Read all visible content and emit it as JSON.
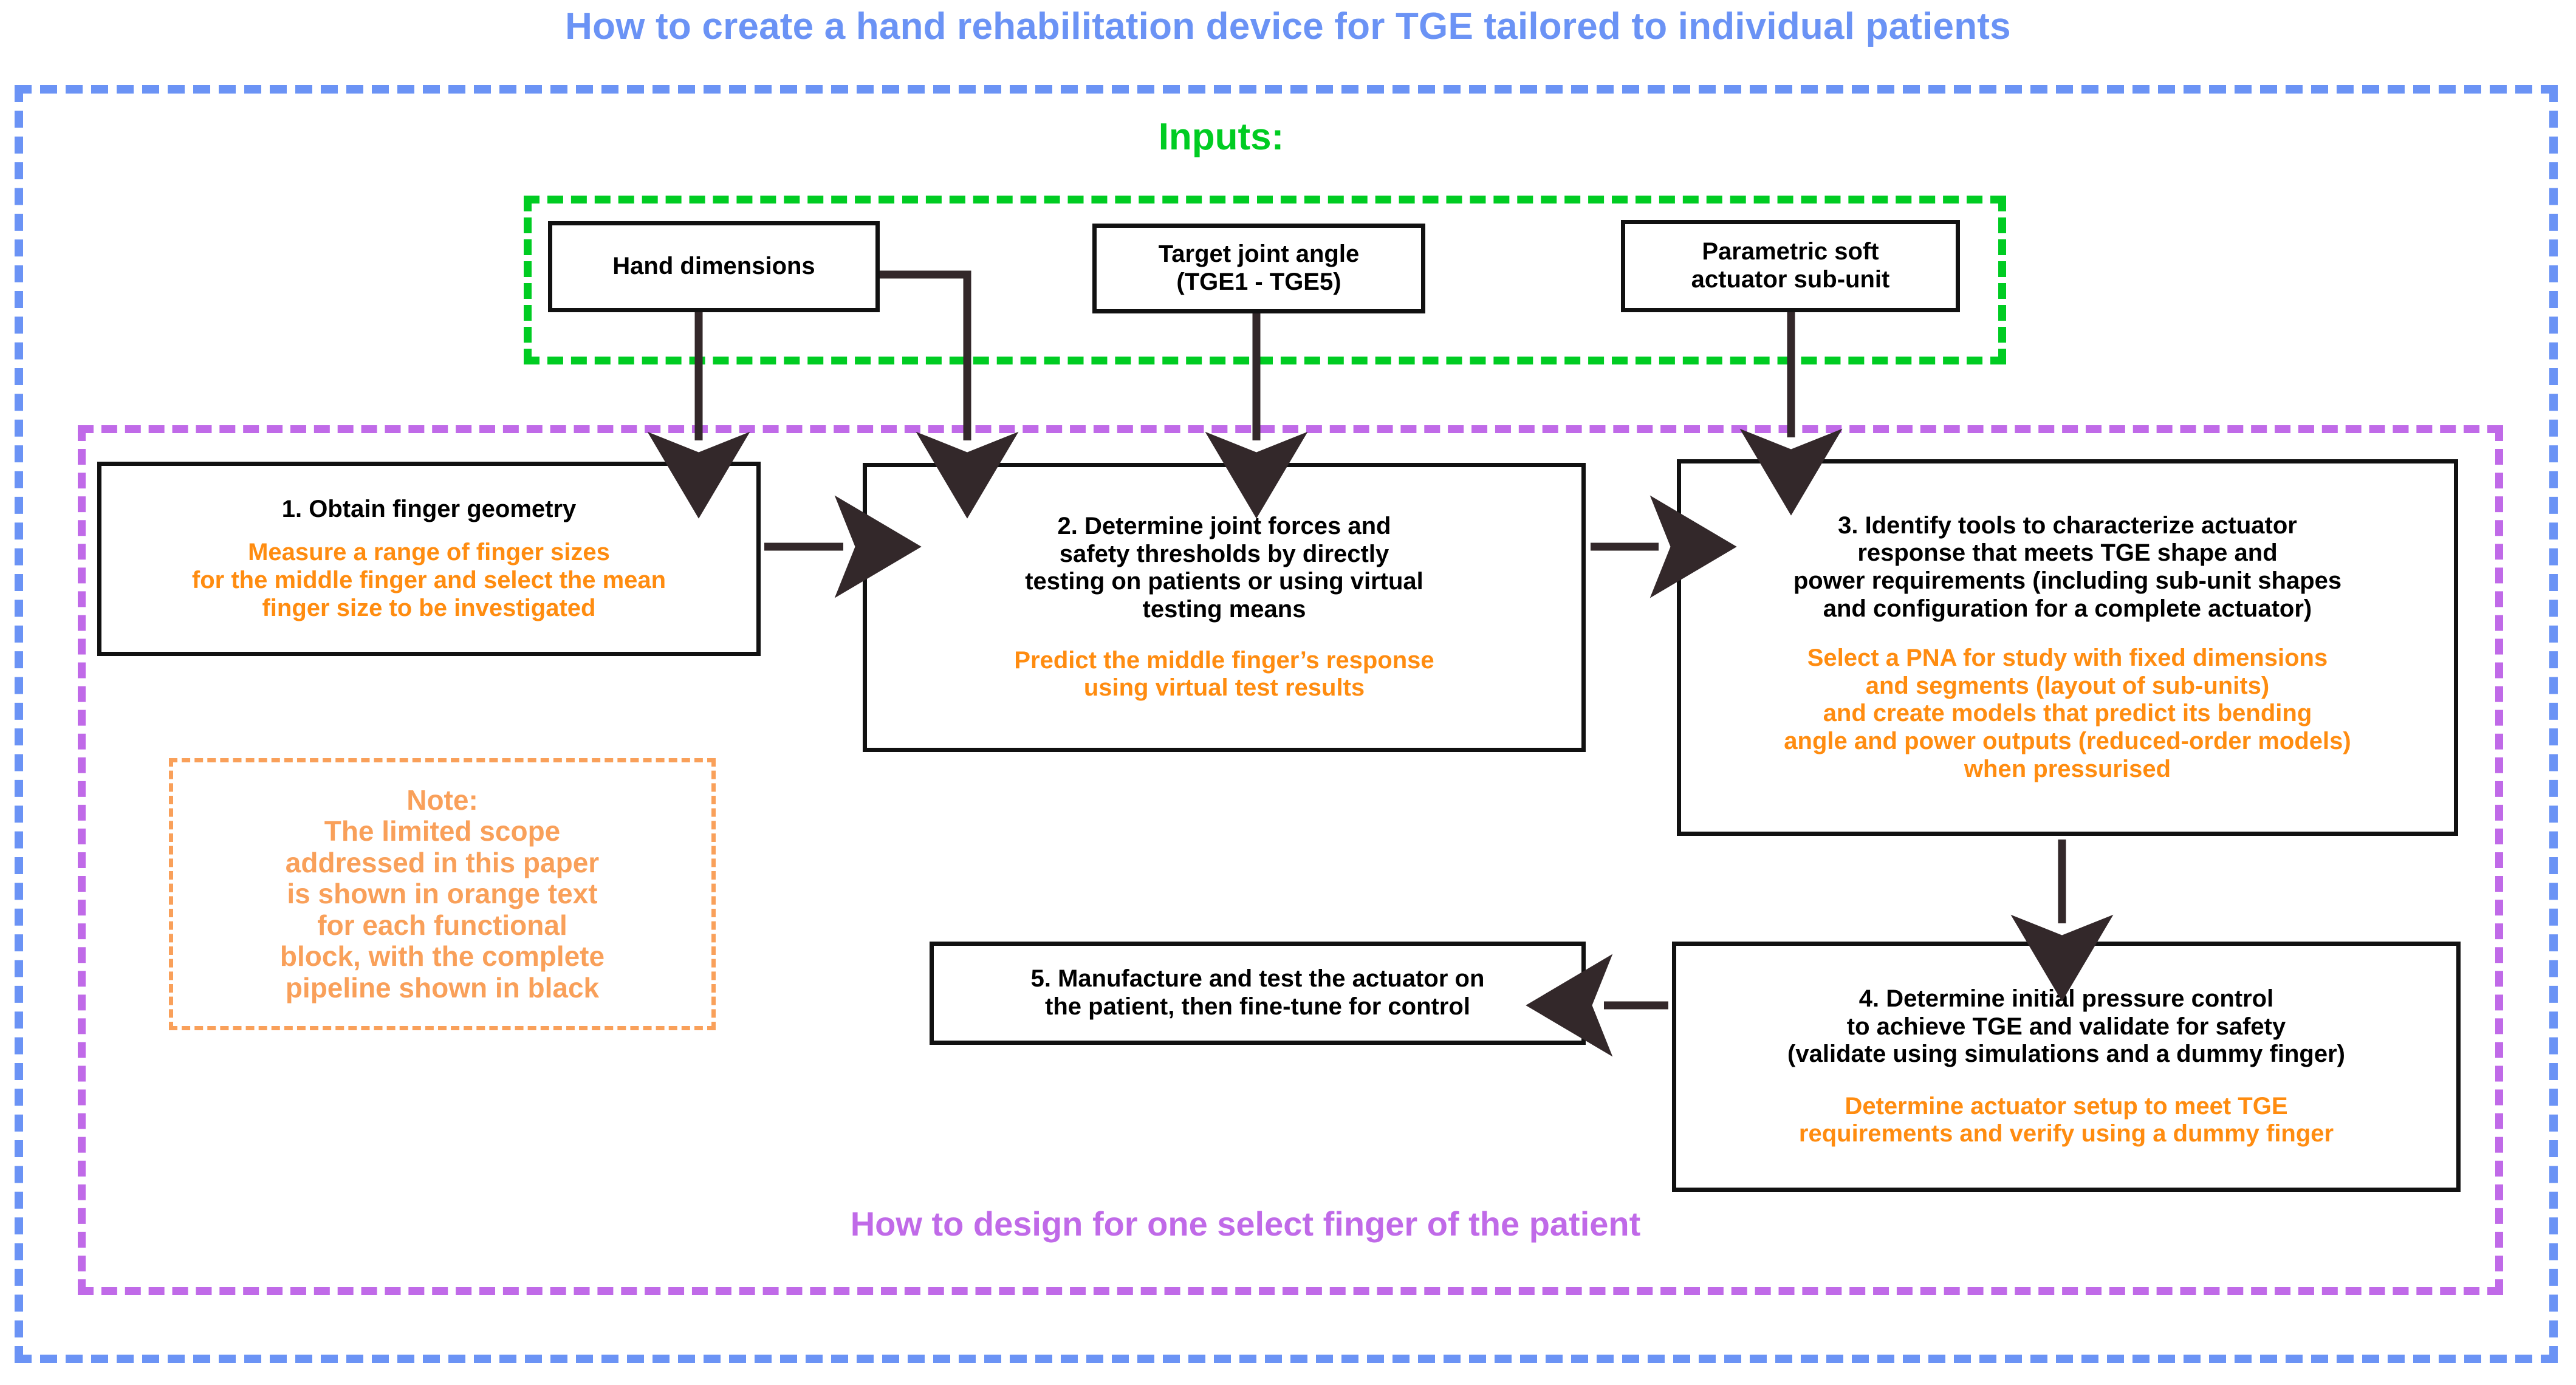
{
  "title": "How to create a hand rehabilitation device for TGE tailored to individual patients",
  "inputs_label": "Inputs:",
  "purple_caption": "How to design for one select finger of the patient",
  "colors": {
    "outer_border": "#6B93F5",
    "title": "#6B93F5",
    "inputs_border": "#00CC22",
    "inputs_title": "#00CC22",
    "scope_border": "#C06AE8",
    "scope_caption": "#C06AE8",
    "note_border": "#F9A05A",
    "note_text": "#F9A05A",
    "block_border": "#111111",
    "block_heading": "#000000",
    "block_scope_text": "#FF8C10",
    "arrow": "#33282A"
  },
  "inputs": [
    {
      "id": "hand-dimensions",
      "label": "Hand dimensions"
    },
    {
      "id": "target-joint-angle",
      "label": "Target joint angle\n(TGE1 - TGE5)"
    },
    {
      "id": "parametric-soft-actuator-sub-unit",
      "label": "Parametric soft\nactuator sub-unit"
    }
  ],
  "steps": [
    {
      "id": "step-1",
      "heading": "1. Obtain finger geometry",
      "scope": "Measure a range of finger sizes\nfor the middle finger and select the mean\nfinger size to be investigated"
    },
    {
      "id": "step-2",
      "heading": "2. Determine joint forces and\nsafety thresholds by directly\ntesting on patients or using virtual\ntesting means",
      "scope": "Predict the middle finger’s response\nusing virtual test results"
    },
    {
      "id": "step-3",
      "heading": "3. Identify tools to characterize actuator\nresponse that meets TGE shape and\npower requirements (including sub-unit shapes\nand configuration for a complete actuator)",
      "scope": "Select a PNA for study with fixed dimensions\nand segments (layout of sub-units)\nand create models that predict its bending\nangle and power outputs (reduced-order models)\nwhen pressurised"
    },
    {
      "id": "step-4",
      "heading": "4. Determine initial pressure control\nto achieve TGE and validate for safety\n(validate using simulations and a dummy finger)",
      "scope": "Determine actuator setup to meet TGE\nrequirements and verify using a dummy finger"
    },
    {
      "id": "step-5",
      "heading": "5. Manufacture and test the actuator on\nthe patient, then fine-tune for control",
      "scope": ""
    }
  ],
  "note": "Note:\nThe limited scope\naddressed in this paper\nis shown in orange text\nfor each functional\nblock, with the  complete\npipeline shown in black"
}
